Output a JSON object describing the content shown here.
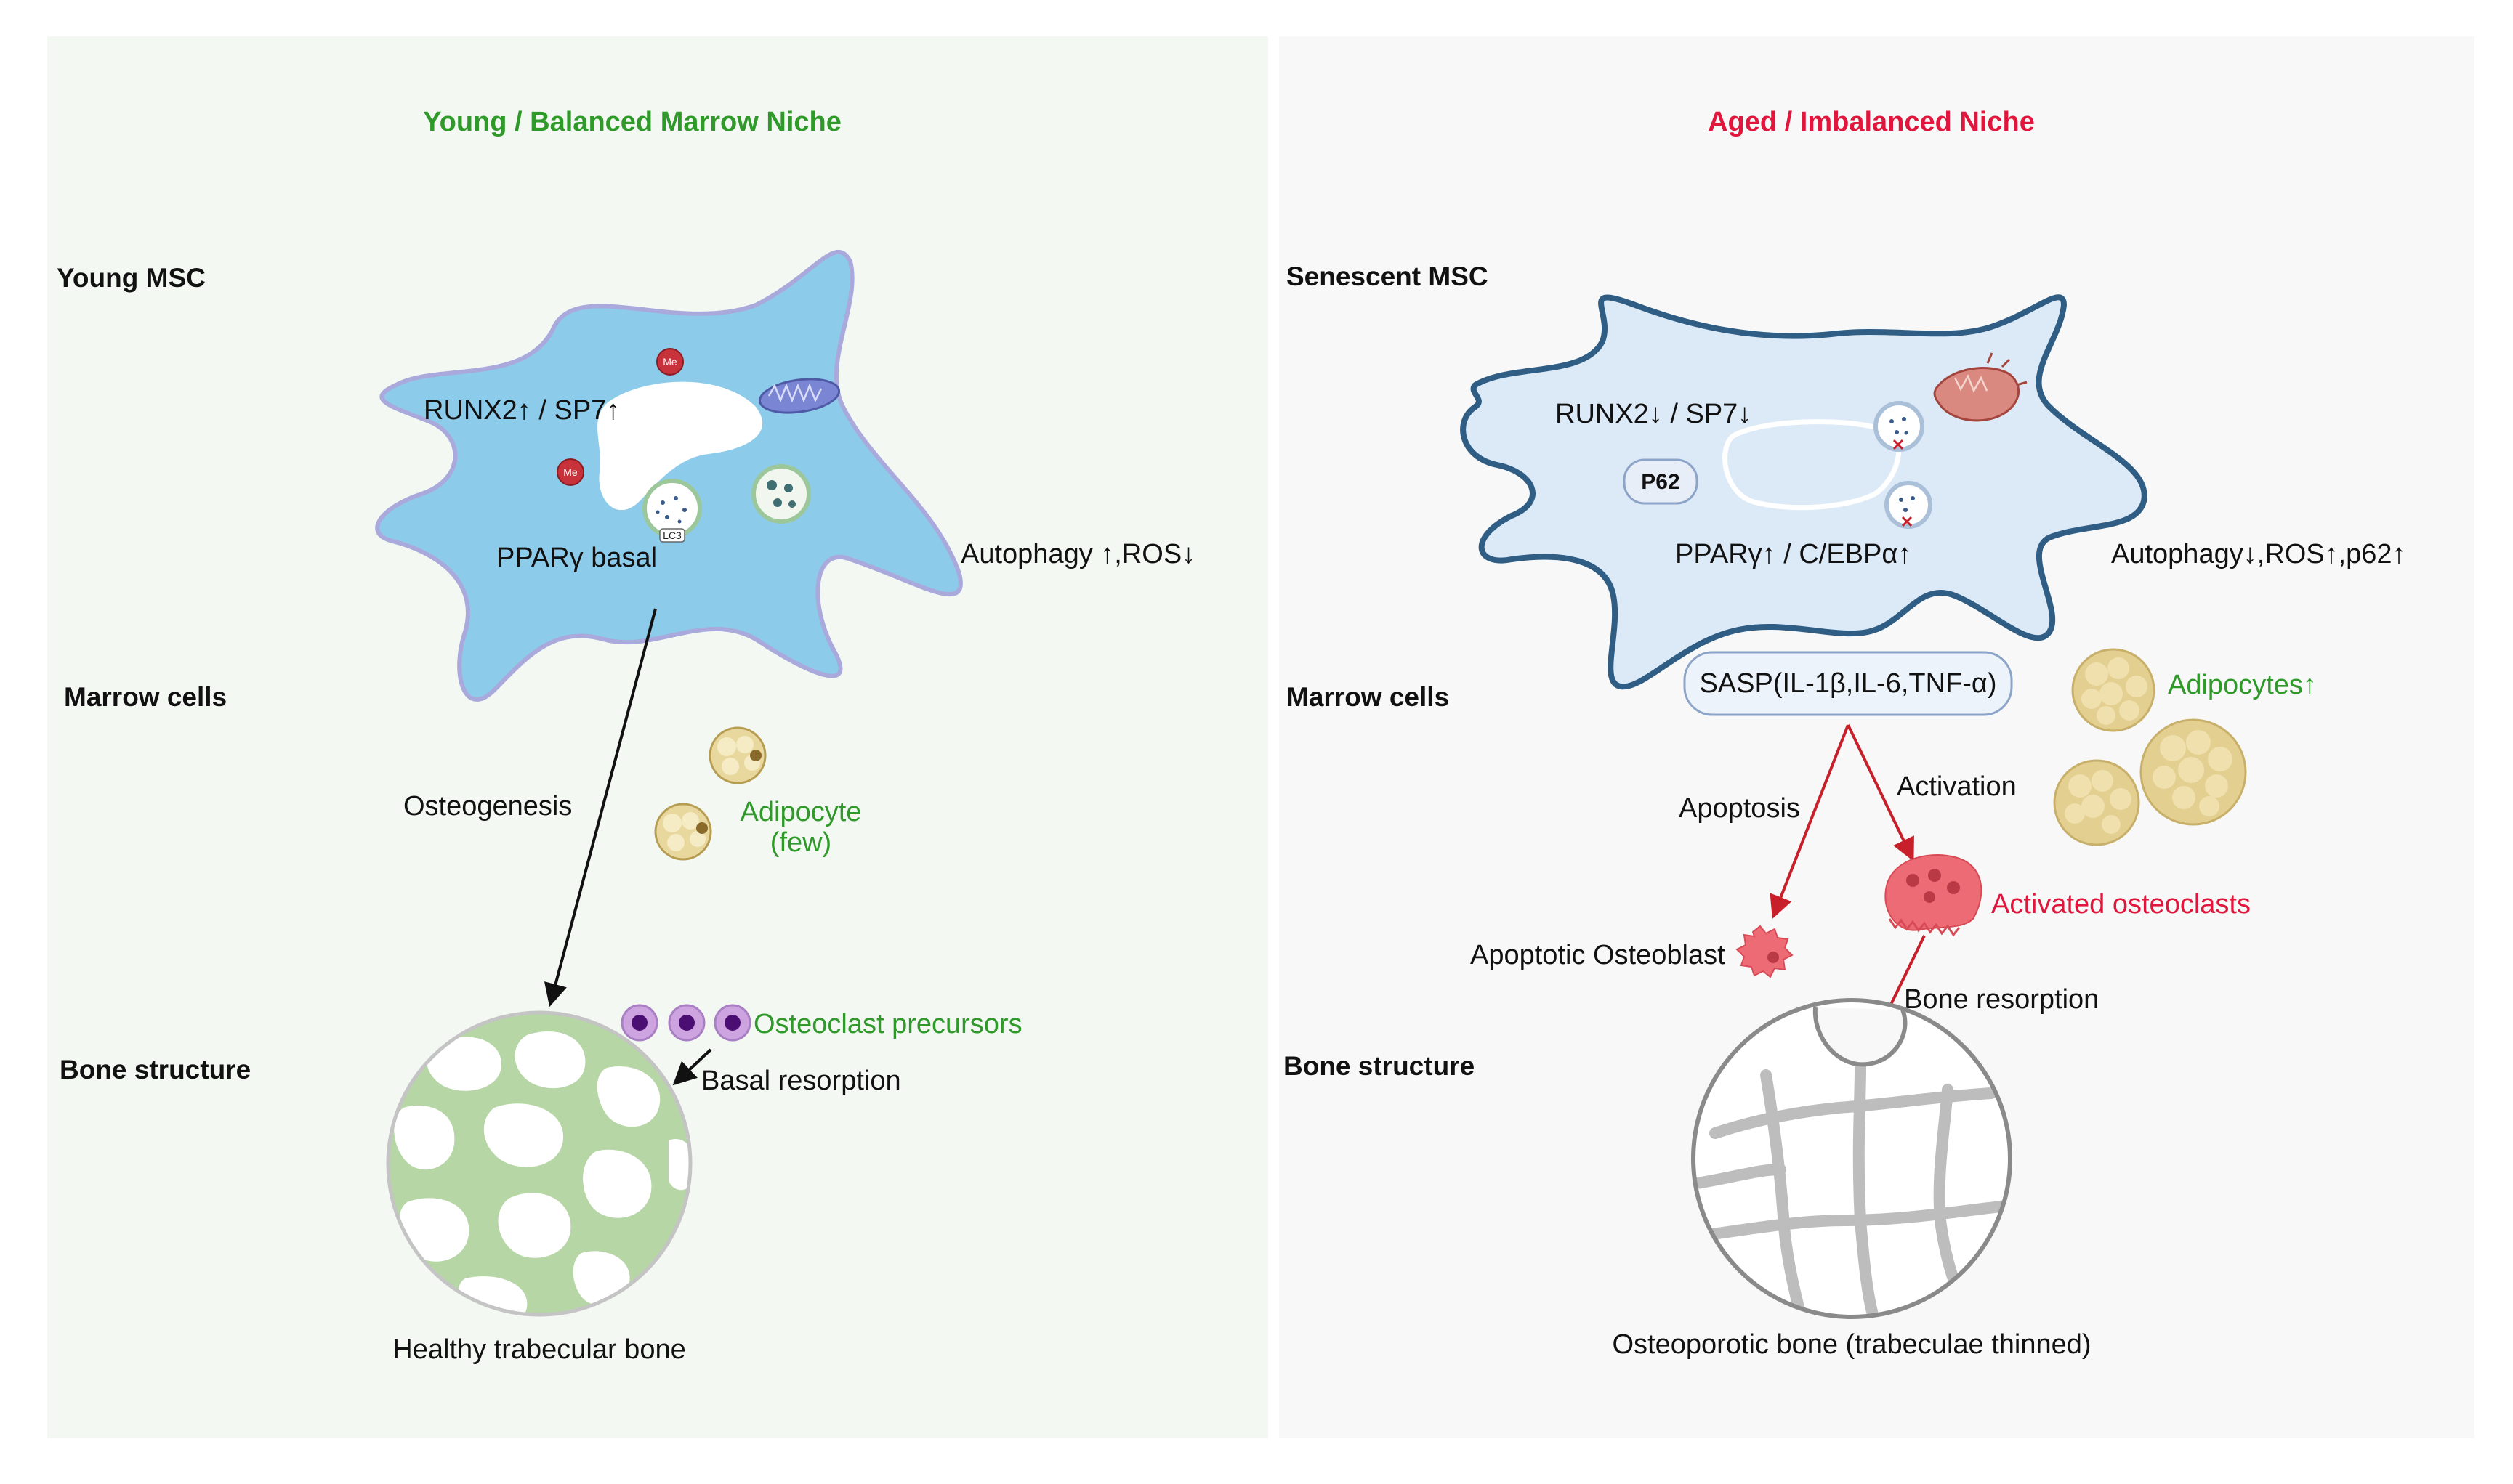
{
  "panels": {
    "young": {
      "title": "Young / Balanced Marrow Niche",
      "title_color": "#2f9a2a",
      "row_labels": [
        "Young MSC",
        "Marrow cells",
        "Bone structure"
      ],
      "cell_markers": {
        "runx": "RUNX2↑ / SP7↑",
        "ppar": "PPARγ basal",
        "methyl_label": "Me",
        "lc3_label": "LC3"
      },
      "autophagy": "Autophagy ↑,ROS↓",
      "osteogenesis": "Osteogenesis",
      "adipocyte_line1": "Adipocyte",
      "adipocyte_line2": "(few)",
      "osteoclast_precursors": "Osteoclast precursors",
      "basal_resorption": "Basal resorption",
      "bone_caption": "Healthy trabecular bone"
    },
    "aged": {
      "title": "Aged / Imbalanced Niche",
      "title_color": "#e0163c",
      "row_labels": [
        "Senescent MSC",
        "Marrow cells",
        "Bone structure"
      ],
      "cell_markers": {
        "runx": "RUNX2↓ / SP7↓",
        "p62_box": "P62",
        "ppar": "PPARγ↑ / C/EBPα↑"
      },
      "autophagy": "Autophagy↓,ROS↑,p62↑",
      "sasp": "SASP(IL-1β,IL-6,TNF-α)",
      "apoptosis": "Apoptosis",
      "activation": "Activation",
      "adipocytes": "Adipocytes↑",
      "apoptotic_osteoblast": "Apoptotic Osteoblast",
      "activated_osteoclasts": "Activated osteoclasts",
      "bone_resorption": "Bone resorption",
      "bone_caption": "Osteoporotic bone (trabeculae thinned)"
    }
  },
  "colors": {
    "young_panel_bg": "#f3f8f3",
    "aged_panel_bg": "#f8f8f8",
    "young_cell_fill": "#8ccbea",
    "aged_cell_fill": "#dce9f7",
    "aged_cell_stroke": "#2f5d84",
    "trabecula_green": "#b6d6a6",
    "trabecula_grey": "#bdbdbd",
    "arrow_red": "#c8202a",
    "adipocyte_fill": "#e3cf90",
    "osteoclast_pink": "#ec6b75",
    "precursor_purple": "#cda3e0"
  },
  "icons": [
    "methyl-mark-icon",
    "mitochondrion-icon",
    "autophagosome-icon",
    "lysosome-icon",
    "adipocyte-icon",
    "osteoclast-precursor-icon",
    "damaged-mitochondrion-icon",
    "activated-osteoclast-icon",
    "apoptotic-osteoblast-icon",
    "trabecular-bone-icon",
    "osteoporotic-bone-icon"
  ]
}
